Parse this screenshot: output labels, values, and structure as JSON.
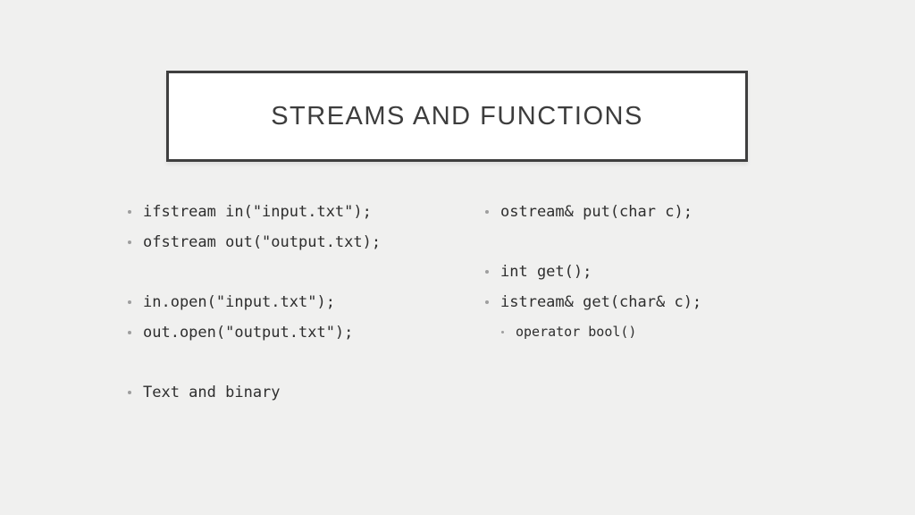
{
  "slide": {
    "title": "STREAMS AND FUNCTIONS",
    "colors": {
      "background": "#f0f0ef",
      "title_box_fill": "#ffffff",
      "title_box_border": "#3f3f3f",
      "title_text": "#3d3d3d",
      "body_text": "#2e2e2e",
      "bullet_dot": "#9e9e9e"
    },
    "icons": {
      "bullet": "small-gray-dot"
    },
    "columns": {
      "left": {
        "items": [
          {
            "text": "ifstream in(\"input.txt\");"
          },
          {
            "text": "ofstream out(\"output.txt);"
          },
          {
            "text": "in.open(\"input.txt\");"
          },
          {
            "text": "out.open(\"output.txt\");"
          },
          {
            "text": "Text and binary"
          }
        ]
      },
      "right": {
        "items": [
          {
            "text": "ostream& put(char c);"
          },
          {
            "text": "int get();"
          },
          {
            "text": "istream& get(char& c);"
          },
          {
            "text": "operator bool()",
            "level": 2
          }
        ]
      }
    }
  }
}
